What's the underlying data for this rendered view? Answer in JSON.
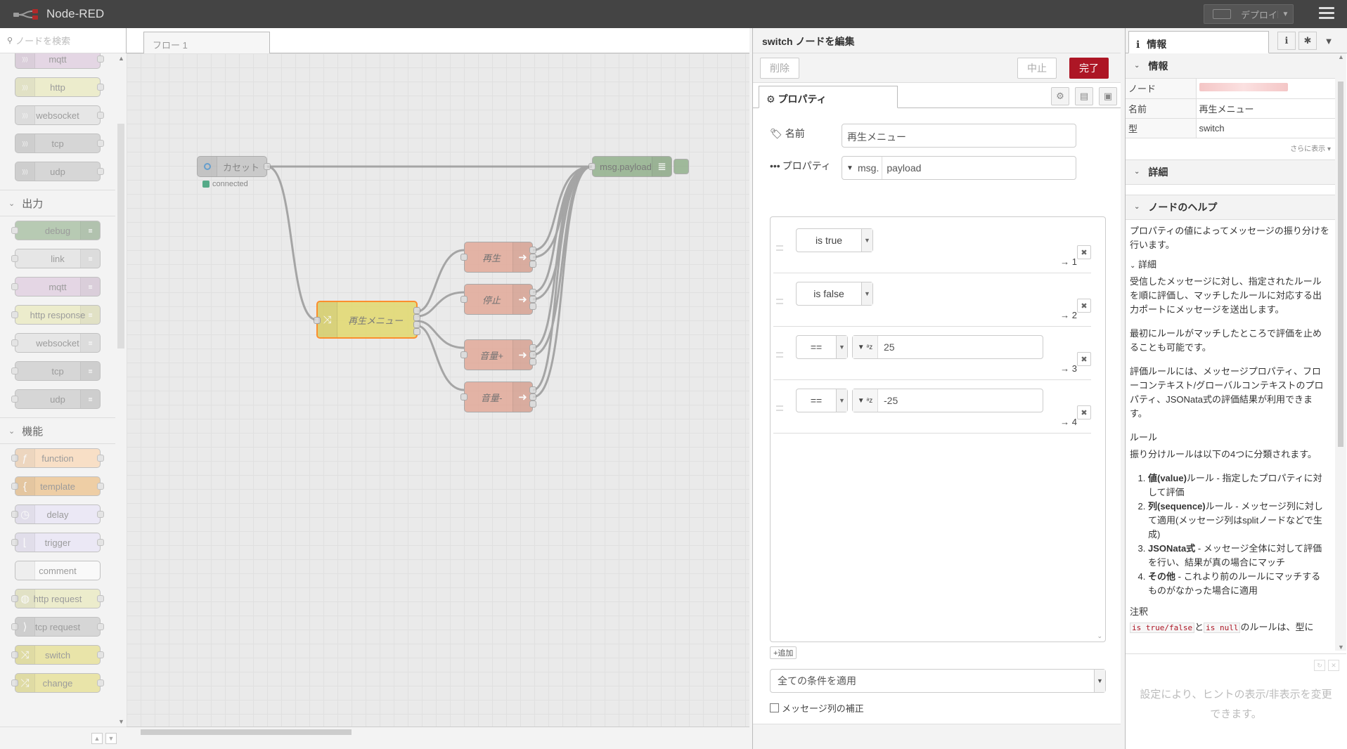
{
  "app": {
    "title": "Node-RED",
    "deploy_label": "デプロイ"
  },
  "colors": {
    "header": "#444444",
    "primary": "#ad1625",
    "mqtt": "#d8bfd8",
    "http": "#e7e7ae",
    "debug": "#87a980",
    "function": "#fdd0a2",
    "link": "#dddddd",
    "switch_node": "#e2d96e",
    "play_node": "#e2a695"
  },
  "palette": {
    "search_placeholder": "ノードを検索",
    "input_nodes": [
      {
        "label": "mqtt",
        "color": "#d8bfd8",
        "icon": "wave-icon"
      },
      {
        "label": "http",
        "color": "#e7e7ae",
        "icon": "globe-icon"
      },
      {
        "label": "websocket",
        "color": "#dddddd",
        "icon": "plug-icon"
      },
      {
        "label": "tcp",
        "color": "#c0c0c0",
        "icon": "wave-icon"
      },
      {
        "label": "udp",
        "color": "#c0c0c0",
        "icon": "wave-icon"
      }
    ],
    "output_category": "出力",
    "output_nodes": [
      {
        "label": "debug",
        "color": "#87a980",
        "icon": "list-icon"
      },
      {
        "label": "link",
        "color": "#dddddd",
        "icon": "arrow-icon"
      },
      {
        "label": "mqtt",
        "color": "#d8bfd8",
        "icon": "wave-icon"
      },
      {
        "label": "http response",
        "color": "#e7e7ae",
        "icon": "globe-icon"
      },
      {
        "label": "websocket",
        "color": "#dddddd",
        "icon": "plug-icon"
      },
      {
        "label": "tcp",
        "color": "#c0c0c0",
        "icon": "wave-icon"
      },
      {
        "label": "udp",
        "color": "#c0c0c0",
        "icon": "wave-icon"
      }
    ],
    "function_category": "機能",
    "function_nodes": [
      {
        "label": "function",
        "color": "#fdd0a2",
        "icon": "f-icon",
        "icon_char": "ƒ"
      },
      {
        "label": "template",
        "color": "#ebb066",
        "icon": "brace-icon",
        "icon_char": "{"
      },
      {
        "label": "delay",
        "color": "#e6e0f8",
        "icon": "clock-icon",
        "icon_char": "◷"
      },
      {
        "label": "trigger",
        "color": "#e6e0f8",
        "icon": "trigger-icon",
        "icon_char": "⌊"
      },
      {
        "label": "comment",
        "color": "#ffffff",
        "icon": "comment-icon",
        "icon_char": ""
      },
      {
        "label": "http request",
        "color": "#e7e7ae",
        "icon": "globe-icon",
        "icon_char": "◍"
      },
      {
        "label": "tcp request",
        "color": "#c0c0c0",
        "icon": "wave-icon",
        "icon_char": "⟩"
      },
      {
        "label": "switch",
        "color": "#e2d96e",
        "icon": "switch-icon",
        "icon_char": "⤨"
      },
      {
        "label": "change",
        "color": "#e2d96e",
        "icon": "shuffle-icon",
        "icon_char": "⤮"
      }
    ]
  },
  "workspace": {
    "tab_label": "フロー 1",
    "nodes": {
      "cassette": "カセット",
      "status": "connected",
      "payload": "msg.payload",
      "switch": "再生メニュー",
      "play": "再生",
      "stop": "停止",
      "volup": "音量+",
      "voldown": "音量-"
    }
  },
  "tray": {
    "title": "switch ノードを編集",
    "delete_label": "削除",
    "cancel_label": "中止",
    "done_label": "完了",
    "tab_label": "プロパティ",
    "name_label": "名前",
    "name_value": "再生メニュー",
    "property_label": "プロパティ",
    "property_prefix": "msg.",
    "property_value": "payload",
    "rules": [
      {
        "op": "is true",
        "value": "",
        "port": "→ 1"
      },
      {
        "op": "is false",
        "value": "",
        "port": "→ 2"
      },
      {
        "op": "==",
        "value": "25",
        "port": "→ 3"
      },
      {
        "op": "==",
        "value": "-25",
        "port": "→ 4"
      }
    ],
    "add_label": "+追加",
    "apply_value": "全ての条件を適用",
    "seq_label": "メッセージ列の補正"
  },
  "sidebar": {
    "tab_label": "情報",
    "info_section": "情報",
    "rows": [
      {
        "key": "ノード",
        "value": ""
      },
      {
        "key": "名前",
        "value": "再生メニュー"
      },
      {
        "key": "型",
        "value": "switch"
      }
    ],
    "more_label": "さらに表示",
    "detail_section": "詳細",
    "help_section": "ノードのヘルプ",
    "help_intro": "プロパティの値によってメッセージの振り分けを行います。",
    "help_detail_heading": "詳細",
    "help_p1": "受信したメッセージに対し、指定されたルールを順に評価し、マッチしたルールに対応する出力ポートにメッセージを送出します。",
    "help_p2": "最初にルールがマッチしたところで評価を止めることも可能です。",
    "help_p3": "評価ルールには、メッセージプロパティ、フローコンテキスト/グローバルコンテキストのプロパティ、JSONata式の評価結果が利用できます。",
    "help_rules_heading": "ルール",
    "help_rules_intro": "振り分けルールは以下の4つに分類されます。",
    "help_list": [
      {
        "bold": "値(value)",
        "text": "ルール - 指定したプロパティに対して評価"
      },
      {
        "bold": "列(sequence)",
        "text": "ルール - メッセージ列に対して適用(メッセージ列はsplitノードなどで生成)"
      },
      {
        "bold": "JSONata式",
        "text": " - メッセージ全体に対して評価を行い、結果が真の場合にマッチ"
      },
      {
        "bold": "その他",
        "text": " - これより前のルールにマッチするものがなかった場合に適用"
      }
    ],
    "help_note_heading": "注釈",
    "help_note_code1": "is true/false",
    "help_note_mid": "と",
    "help_note_code2": "is null",
    "help_note_tail": "のルールは、型に",
    "tips_text": "設定により、ヒントの表示/非表示を変更できます。"
  }
}
